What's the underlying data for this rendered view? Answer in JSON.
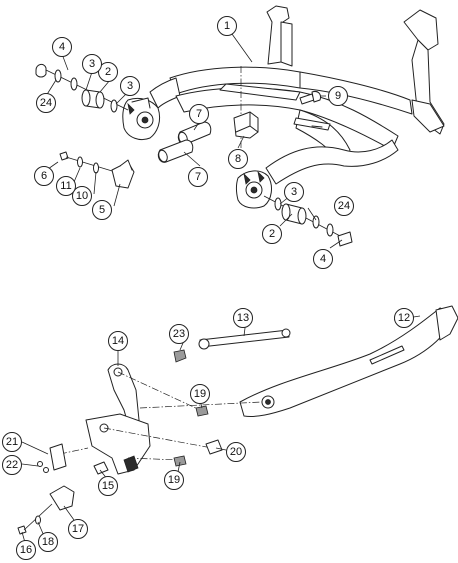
{
  "callouts": [
    {
      "id": "c1",
      "label": "1"
    },
    {
      "id": "c2a",
      "label": "2"
    },
    {
      "id": "c2b",
      "label": "2"
    },
    {
      "id": "c3a",
      "label": "3"
    },
    {
      "id": "c3b",
      "label": "3"
    },
    {
      "id": "c3c",
      "label": "3"
    },
    {
      "id": "c4a",
      "label": "4"
    },
    {
      "id": "c4b",
      "label": "4"
    },
    {
      "id": "c5",
      "label": "5"
    },
    {
      "id": "c6",
      "label": "6"
    },
    {
      "id": "c7a",
      "label": "7"
    },
    {
      "id": "c7b",
      "label": "7"
    },
    {
      "id": "c8",
      "label": "8"
    },
    {
      "id": "c9",
      "label": "9"
    },
    {
      "id": "c10",
      "label": "10"
    },
    {
      "id": "c11",
      "label": "11"
    },
    {
      "id": "c12",
      "label": "12"
    },
    {
      "id": "c13",
      "label": "13"
    },
    {
      "id": "c14",
      "label": "14"
    },
    {
      "id": "c15",
      "label": "15"
    },
    {
      "id": "c16",
      "label": "16"
    },
    {
      "id": "c17",
      "label": "17"
    },
    {
      "id": "c18",
      "label": "18"
    },
    {
      "id": "c19a",
      "label": "19"
    },
    {
      "id": "c19b",
      "label": "19"
    },
    {
      "id": "c20",
      "label": "20"
    },
    {
      "id": "c21",
      "label": "21"
    },
    {
      "id": "c22",
      "label": "22"
    },
    {
      "id": "c23",
      "label": "23"
    },
    {
      "id": "c24a",
      "label": "24"
    },
    {
      "id": "c24b",
      "label": "24"
    }
  ]
}
